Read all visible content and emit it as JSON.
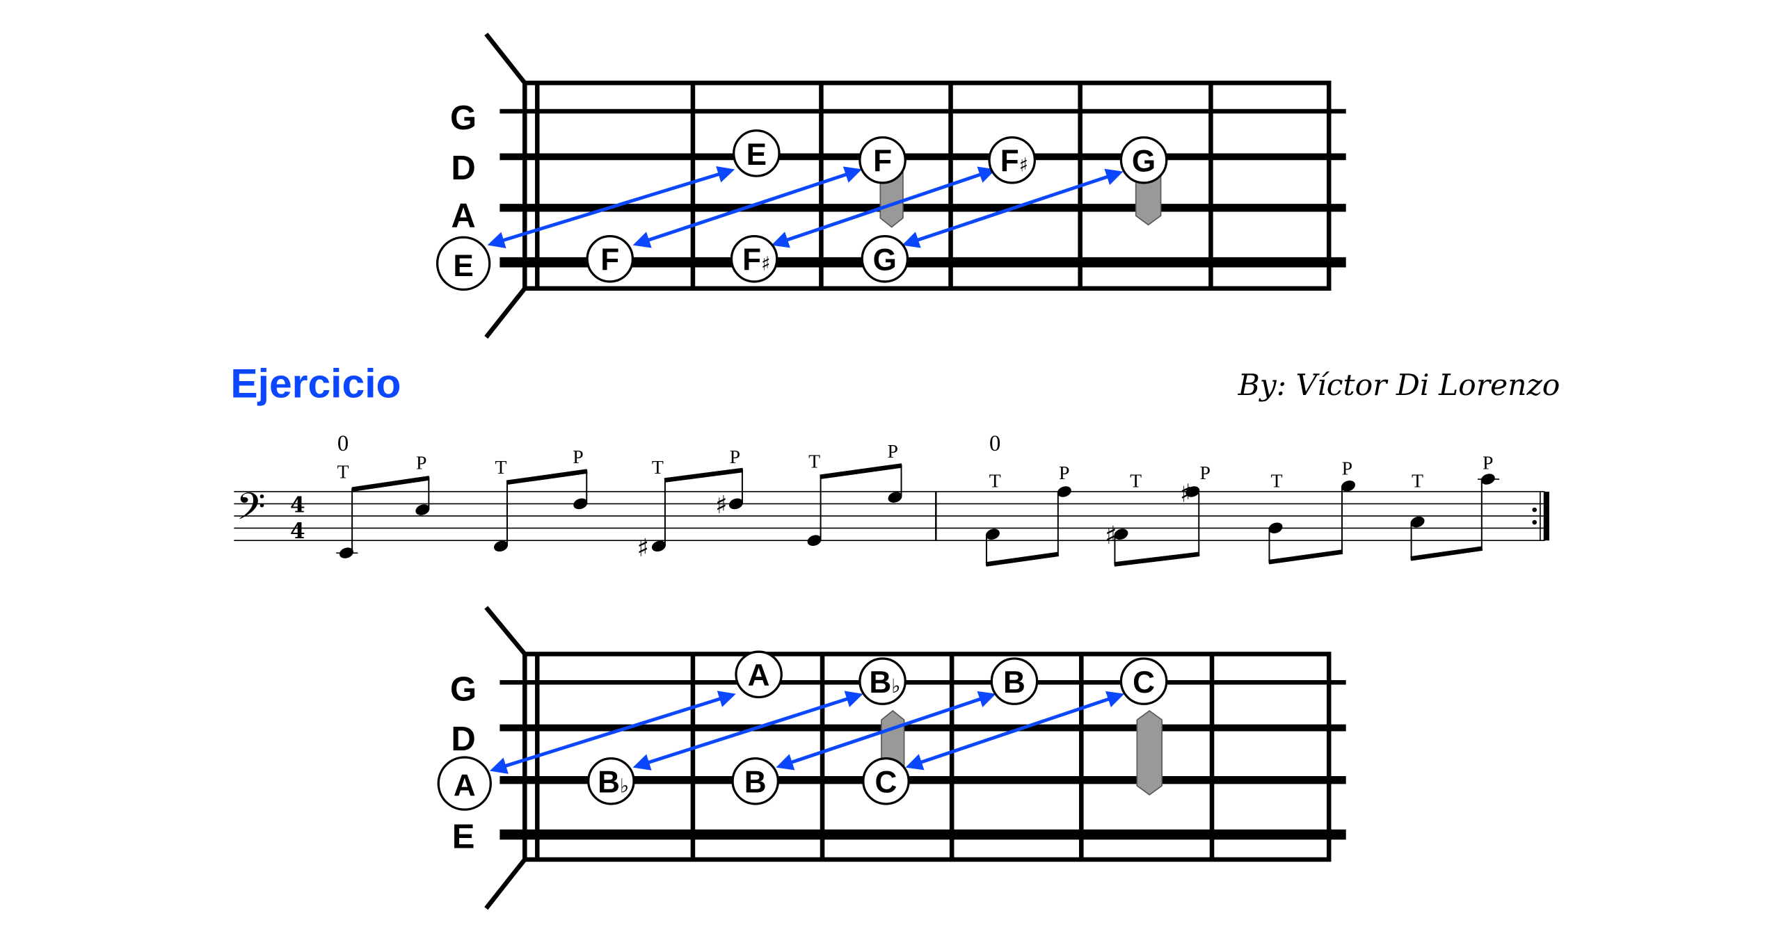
{
  "title": "Ejercicio",
  "author": "By: Víctor Di Lorenzo",
  "colors": {
    "accent": "#0a47ff",
    "bar": "#999999",
    "ink": "#000000"
  },
  "fretboard_top": {
    "string_labels": [
      "G",
      "D",
      "A"
    ],
    "open_note": "E",
    "notes": [
      {
        "letter": "E",
        "accidental": ""
      },
      {
        "letter": "F",
        "accidental": ""
      },
      {
        "letter": "F",
        "accidental": "♯"
      },
      {
        "letter": "G",
        "accidental": ""
      },
      {
        "letter": "F",
        "accidental": ""
      },
      {
        "letter": "F",
        "accidental": "♯"
      },
      {
        "letter": "G",
        "accidental": ""
      }
    ]
  },
  "fretboard_bottom": {
    "string_labels": [
      "G",
      "D",
      "E"
    ],
    "open_note": "A",
    "notes": [
      {
        "letter": "A",
        "accidental": ""
      },
      {
        "letter": "B",
        "accidental": "♭"
      },
      {
        "letter": "B",
        "accidental": ""
      },
      {
        "letter": "C",
        "accidental": ""
      },
      {
        "letter": "B",
        "accidental": "♭"
      },
      {
        "letter": "B",
        "accidental": ""
      },
      {
        "letter": "C",
        "accidental": ""
      }
    ]
  },
  "score": {
    "clef": "𝄢",
    "time_signature": [
      "4",
      "4"
    ],
    "fingering": [
      "0",
      "0"
    ],
    "techniques": [
      "T",
      "P",
      "T",
      "P",
      "T",
      "P",
      "T",
      "P",
      "T",
      "P",
      "T",
      "P",
      "T",
      "P",
      "T",
      "P"
    ],
    "accidental": "♯"
  }
}
